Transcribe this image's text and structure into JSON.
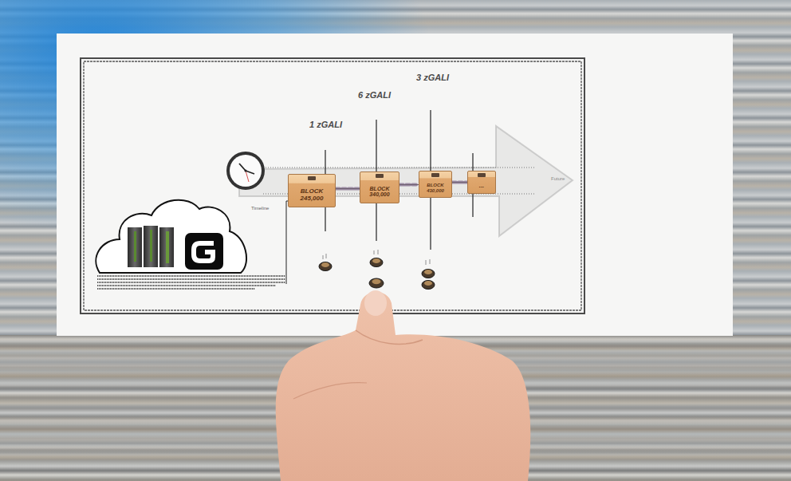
{
  "diagram": {
    "nodes": [
      {
        "text": [
          "BLOCK 245,000"
        ]
      },
      {
        "text": [
          "BLOCK 340,000"
        ]
      },
      {
        "text": [
          "BLOCK 430,000"
        ]
      },
      {
        "text": [
          "..."
        ]
      }
    ],
    "edges": [
      {
        "from": 0,
        "to": 1,
        "arrow": "none"
      },
      {
        "from": 1,
        "to": 2,
        "arrow": "none"
      },
      {
        "from": 2,
        "to": 3,
        "arrow": "none"
      }
    ],
    "labels": [
      "1 zGALI",
      "6 zGALI",
      "3 zGALI",
      "Timeline",
      "Future"
    ]
  }
}
